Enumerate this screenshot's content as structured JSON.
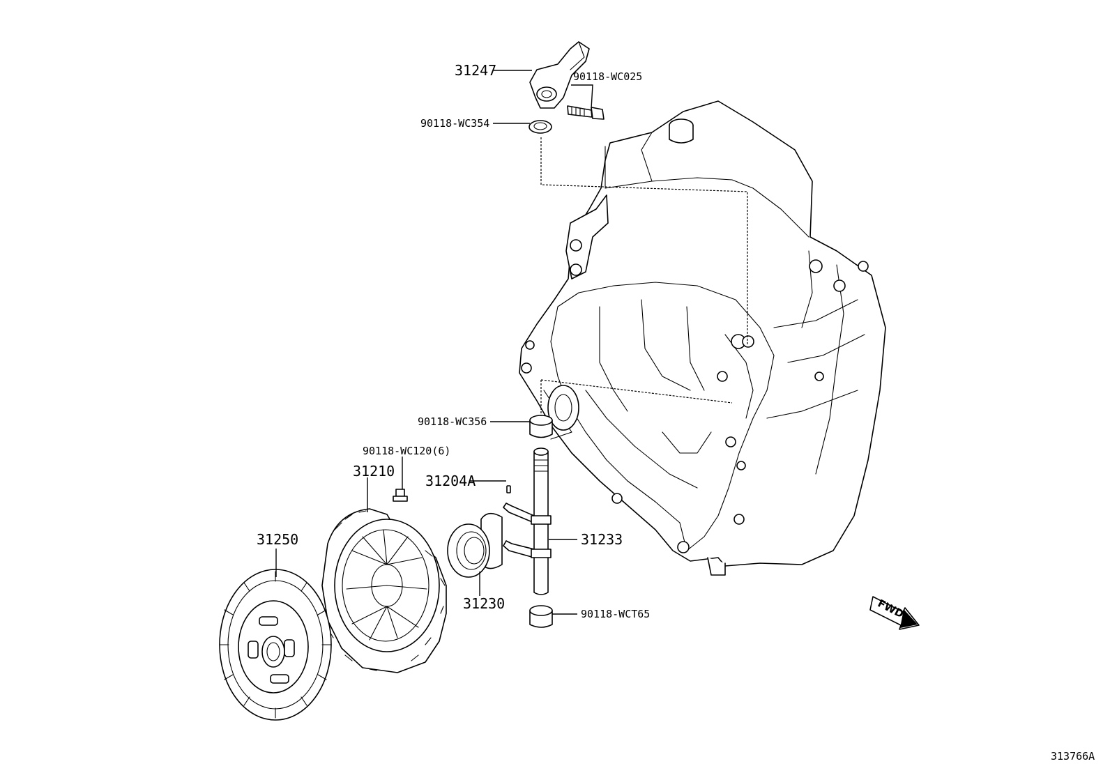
{
  "labels": {
    "p31247": "31247",
    "p90118_wc025": "90118-WC025",
    "p90118_wc354": "90118-WC354",
    "p90118_wc356": "90118-WC356",
    "p90118_wc120": "90118-WC120(6)",
    "p31210": "31210",
    "p31204a": "31204A",
    "p31250": "31250",
    "p31233": "31233",
    "p31230": "31230",
    "p90118_wct65": "90118-WCT65"
  },
  "fwd_label": "FWD",
  "diagram_ref": "313766A"
}
